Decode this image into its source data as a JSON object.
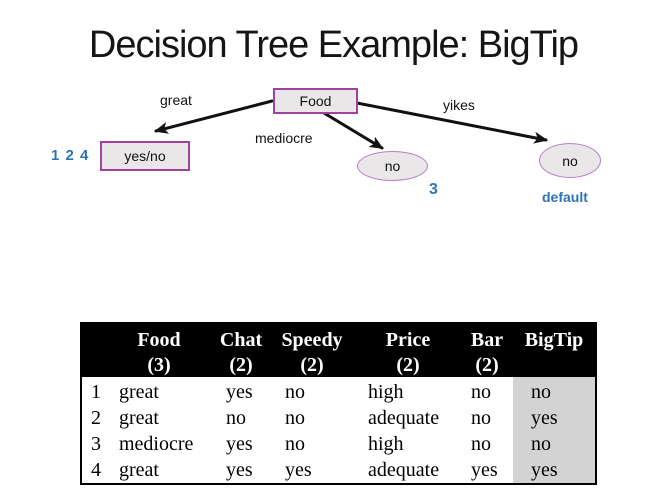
{
  "slide": {
    "title": "Decision Tree Example: BigTip"
  },
  "tree": {
    "root_label": "Food",
    "branch_labels": {
      "great": "great",
      "mediocre": "mediocre",
      "yikes": "yikes"
    },
    "node_labels": {
      "yes_no": "yes/no",
      "mediocre_leaf": "no",
      "yikes_leaf": "no"
    },
    "annotations": {
      "yes_no_rows": "1 2 4",
      "mediocre_row": "3",
      "default_label": "default"
    }
  },
  "table": {
    "headers": [
      {
        "label": "Food",
        "count": "(3)"
      },
      {
        "label": "Chat",
        "count": "(2)"
      },
      {
        "label": "Speedy",
        "count": "(2)"
      },
      {
        "label": "Price",
        "count": "(2)"
      },
      {
        "label": "Bar",
        "count": "(2)"
      },
      {
        "label": "BigTip",
        "count": ""
      }
    ],
    "rows": [
      {
        "num": "1",
        "food": "great",
        "chat": "yes",
        "speedy": "no",
        "price": "high",
        "bar": "no",
        "bigtip": "no"
      },
      {
        "num": "2",
        "food": "great",
        "chat": "no",
        "speedy": "no",
        "price": "adequate",
        "bar": "no",
        "bigtip": "yes"
      },
      {
        "num": "3",
        "food": "mediocre",
        "chat": "yes",
        "speedy": "no",
        "price": "high",
        "bar": "no",
        "bigtip": "no"
      },
      {
        "num": "4",
        "food": "great",
        "chat": "yes",
        "speedy": "yes",
        "price": "adequate",
        "bar": "yes",
        "bigtip": "yes"
      }
    ]
  },
  "colors": {
    "annotation_blue": "#2e74b5",
    "rect_node_border": "#a142a0",
    "ellipse_node_border": "#b77fc3",
    "node_fill": "#e9e7e8",
    "table_header_bg": "#000000",
    "bigtip_column_bg": "#d3d3d3",
    "arrow_color": "#111111"
  }
}
